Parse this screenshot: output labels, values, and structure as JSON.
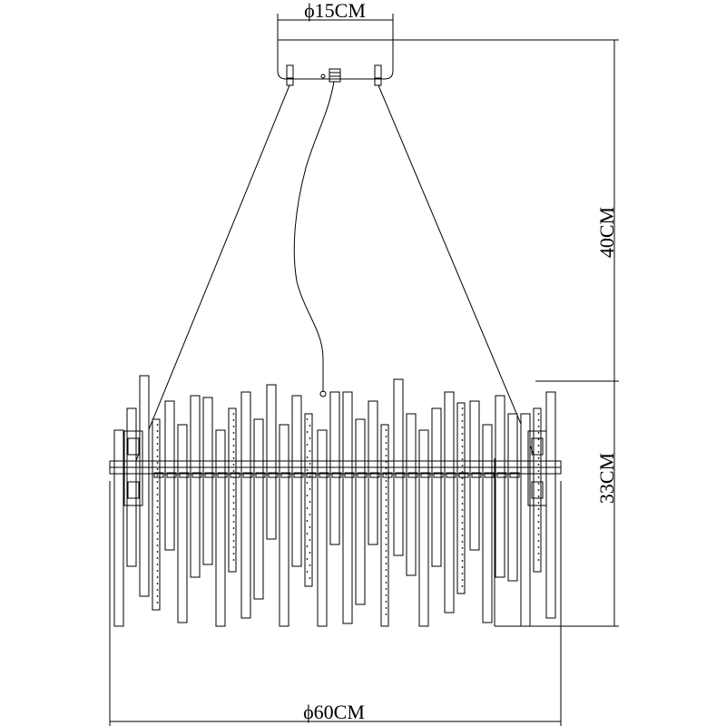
{
  "dimensions": {
    "canopy_diameter": "ϕ15CM",
    "drop_length": "40CM",
    "body_height": "33CM",
    "body_diameter": "ϕ60CM"
  },
  "colors": {
    "line": "#000000",
    "background": "#ffffff"
  }
}
